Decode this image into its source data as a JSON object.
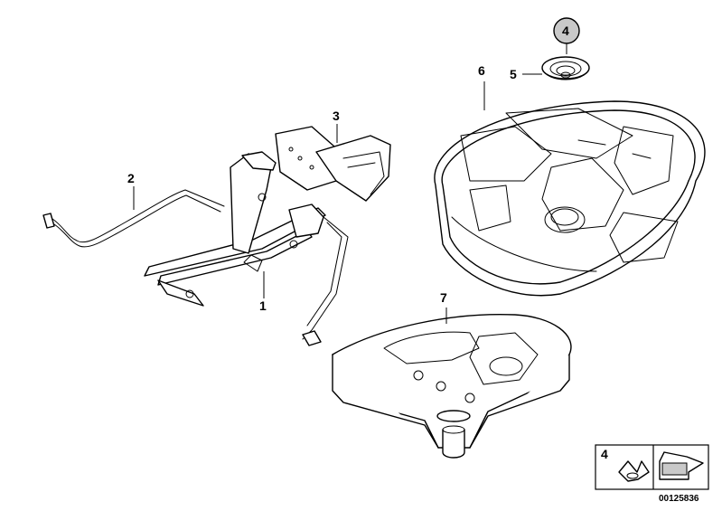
{
  "callouts": {
    "jack": "1",
    "crank_handle": "2",
    "holder_bracket": "3",
    "cap_circled": "4",
    "cup": "5",
    "foam_tray_large": "6",
    "foam_tray_small": "7"
  },
  "legend_box": {
    "item": "4"
  },
  "document_id": "00125836"
}
